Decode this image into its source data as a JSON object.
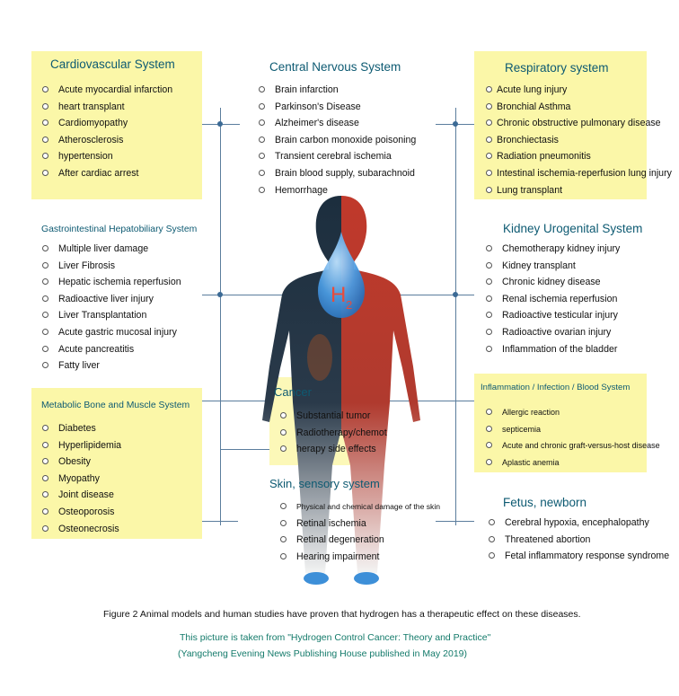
{
  "cardiovascular": {
    "title": "Cardiovascular System",
    "items": [
      "Acute myocardial infarction",
      "heart transplant",
      "Cardiomyopathy",
      "Atherosclerosis",
      "hypertension",
      "After cardiac arrest"
    ]
  },
  "cns": {
    "title": "Central Nervous System",
    "items": [
      "Brain infarction",
      "Parkinson's Disease",
      "Alzheimer's disease",
      "Brain carbon monoxide poisoning",
      "Transient cerebral ischemia",
      "Brain blood supply, subarachnoid",
      "Hemorrhage"
    ]
  },
  "respiratory": {
    "title": "Respiratory system",
    "items": [
      "Acute lung injury",
      "Bronchial Asthma",
      "Chronic obstructive pulmonary disease",
      "Bronchiectasis",
      "Radiation pneumonitis",
      "Intestinal ischemia-reperfusion lung injury",
      "Lung transplant"
    ]
  },
  "gastro": {
    "title": "Gastrointestinal Hepatobiliary System",
    "items": [
      "Multiple liver damage",
      "Liver Fibrosis",
      "Hepatic ischemia reperfusion",
      "Radioactive liver injury",
      "Liver Transplantation",
      "Acute gastric mucosal injury",
      "Acute pancreatitis",
      "Fatty liver"
    ]
  },
  "kidney": {
    "title": "Kidney Urogenital System",
    "items": [
      "Chemotherapy kidney injury",
      "Kidney transplant",
      "Chronic kidney disease",
      "Renal ischemia reperfusion",
      "Radioactive testicular injury",
      "Radioactive ovarian injury",
      "Inflammation of the bladder"
    ]
  },
  "metabolic": {
    "title": "Metabolic Bone and Muscle System",
    "items": [
      "Diabetes",
      "Hyperlipidemia",
      "Obesity",
      "Myopathy",
      "Joint disease",
      "Osteoporosis",
      "Osteonecrosis"
    ]
  },
  "cancer": {
    "title": "Cancer",
    "items": [
      "Substantial tumor",
      "Radiotherapy/chemot",
      "herapy side effects"
    ]
  },
  "inflammation": {
    "title": "Inflammation / Infection / Blood System",
    "items": [
      "Allergic reaction",
      "septicemia",
      "Acute and chronic graft-versus-host disease",
      "Aplastic anemia"
    ]
  },
  "skin": {
    "title": "Skin, sensory system",
    "items": [
      "Physical and chemical damage of the skin",
      "Retinal ischemia",
      "Retinal degeneration",
      "Hearing impairment"
    ]
  },
  "fetus": {
    "title": "Fetus, newborn",
    "items": [
      "Cerebral hypoxia, encephalopathy",
      "Threatened abortion",
      "Fetal inflammatory response syndrome"
    ]
  },
  "h2_label": "H",
  "h2_sub": "2",
  "caption": "Figure 2    Animal models and human studies have proven that hydrogen has a therapeutic effect on these diseases.",
  "source_line1": "This picture is taken from \"Hydrogen Control Cancer: Theory and Practice\"",
  "source_line2": "(Yangcheng Evening News Publishing House published in May 2019)",
  "colors": {
    "panel": "#fbf7a8",
    "title": "#0d5a72",
    "line": "#5b7d9d",
    "body_red": "#c0392b",
    "body_dark": "#1c2e3e",
    "h2_blue": "#3d8fd8"
  }
}
